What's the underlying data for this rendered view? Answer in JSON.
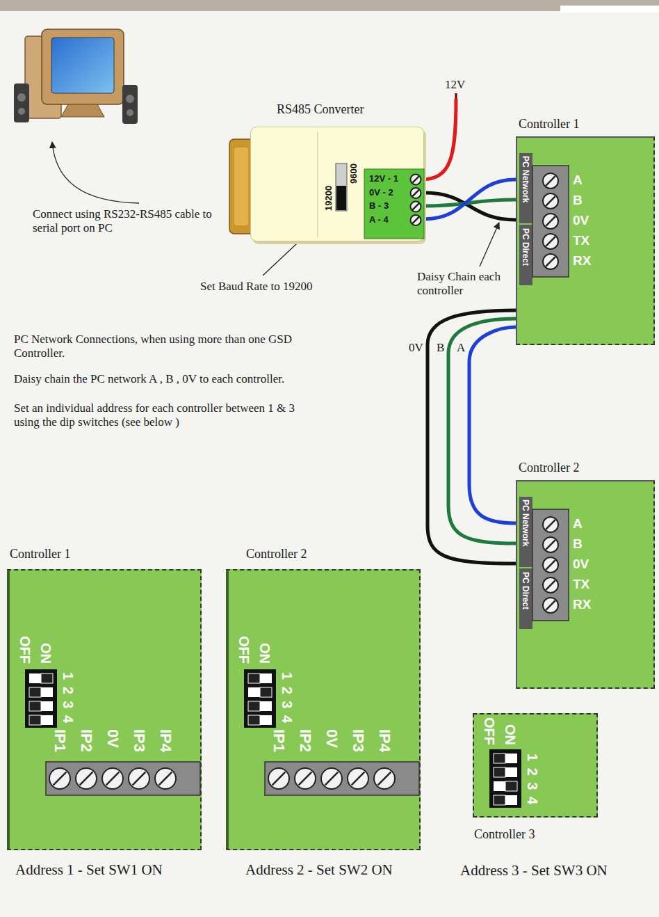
{
  "diagram": {
    "nodes": [
      {
        "text": [
          "RS485 Converter"
        ]
      },
      {
        "text": [
          "Controller 1"
        ]
      },
      {
        "text": [
          "Controller 2"
        ]
      },
      {
        "text": [
          "Controller 1",
          "Address 1 - Set SW1 ON"
        ]
      },
      {
        "text": [
          "Controller 2",
          "Address 2 - Set SW2 ON"
        ]
      },
      {
        "text": [
          "Controller 3",
          "Address 3 - Set SW3 ON"
        ]
      }
    ],
    "edges": [
      {
        "from": 0,
        "to": 1,
        "arrow": "none"
      },
      {
        "from": 0,
        "to": 1,
        "arrow": "none"
      },
      {
        "from": 0,
        "to": 1,
        "arrow": "none"
      },
      {
        "from": 1,
        "to": 2,
        "label": "0V",
        "arrow": "none"
      },
      {
        "from": 1,
        "to": 2,
        "label": "B",
        "arrow": "none"
      },
      {
        "from": 1,
        "to": 2,
        "label": "A",
        "arrow": "none"
      }
    ],
    "labels": [
      "12V",
      "9600",
      "19200",
      "12V - 1",
      "0V - 2",
      "B - 3",
      "A - 4",
      "Connect using RS232-RS485 cable to serial port on PC",
      "Set Baud Rate to 19200",
      "Daisy Chain each controller",
      "PC Network",
      "PC Direct",
      "A",
      "B",
      "0V",
      "TX",
      "RX",
      "PC Network Connections, when using more than one GSD Controller.",
      "Daisy chain the PC network A , B , 0V to each controller.",
      "Set an individual address for each controller between 1 & 3 using the dip switches (see below )",
      "PC Network",
      "PC Direct",
      "A",
      "B",
      "0V",
      "TX",
      "RX",
      "OFF",
      "ON",
      "1 2 3 4",
      "IP1",
      "IP2",
      "0V",
      "IP3",
      "IP4",
      "OFF",
      "ON",
      "1 2 3 4",
      "IP1",
      "IP2",
      "0V",
      "IP3",
      "IP4",
      "OFF",
      "ON",
      "1 2 3 4"
    ]
  }
}
